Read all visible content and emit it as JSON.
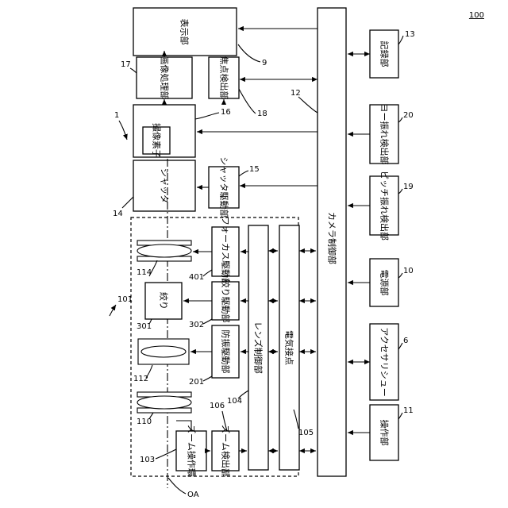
{
  "figure_number": "100",
  "blocks": {
    "display": "表示部",
    "image_processing": "画像処理部",
    "focus_detection": "焦点検出部",
    "image_sensor": "撮像素子",
    "shutter": "シャッタ",
    "shutter_drive": "シャッタ駆動部",
    "focus_drive": "フォーカス駆動部",
    "aperture_drive": "絞り駆動部",
    "vibration_drive": "防振駆動部",
    "aperture": "絞り",
    "lens_control": "レンズ制御部",
    "electrical_contact": "電気接点",
    "zoom_ring": "ズーム操作環",
    "zoom_detection": "ズーム検出部",
    "camera_control": "カメラ制御部",
    "recording": "記録部",
    "yaw_detection": "ヨー振れ検出部",
    "pitch_detection": "ピッチ振れ検出部",
    "power": "電源部",
    "accessory_shoe": "アクセサリシュー",
    "operation": "操作部"
  },
  "refs": {
    "r1": "1",
    "r6": "6",
    "r9": "9",
    "r10": "10",
    "r11": "11",
    "r12": "12",
    "r13": "13",
    "r14": "14",
    "r15": "15",
    "r16": "16",
    "r17": "17",
    "r18": "18",
    "r19": "19",
    "r20": "20",
    "r101": "101",
    "r103": "103",
    "r104": "104",
    "r105": "105",
    "r106": "106",
    "r110": "110",
    "r112": "112",
    "r114": "114",
    "r201": "201",
    "r301": "301",
    "r302": "302",
    "r401": "401",
    "oa": "OA"
  }
}
